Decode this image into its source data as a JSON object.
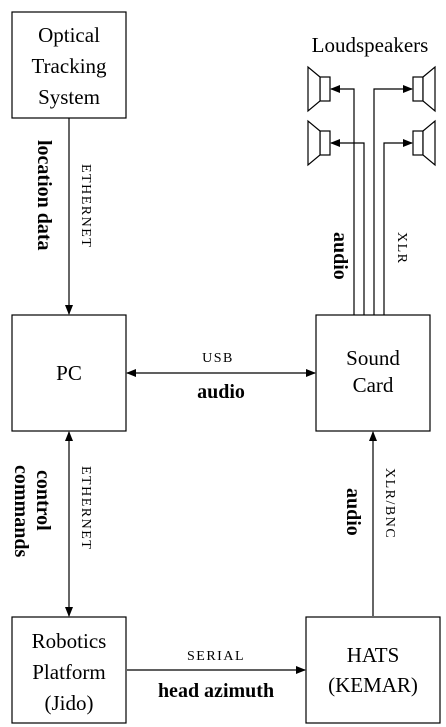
{
  "boxes": {
    "optical_tracking": [
      "Optical",
      "Tracking",
      "System"
    ],
    "pc": [
      "PC"
    ],
    "sound_card": [
      "Sound",
      "Card"
    ],
    "robotics_platform": [
      "Robotics",
      "Platform",
      "(Jido)"
    ],
    "hats": [
      "HATS",
      "(KEMAR)"
    ]
  },
  "labels": {
    "loudspeakers": "Loudspeakers",
    "ethernet_top": "ETHERNET",
    "location_data": "location data",
    "usb": "USB",
    "audio_usb": "audio",
    "audio_speakers": "audio",
    "xlr": "XLR",
    "ethernet_bottom": "ETHERNET",
    "control": "control",
    "commands": "commands",
    "xlr_bnc": "XLR/BNC",
    "audio_hats": "audio",
    "serial": "SERIAL",
    "head_azimuth": "head azimuth"
  }
}
